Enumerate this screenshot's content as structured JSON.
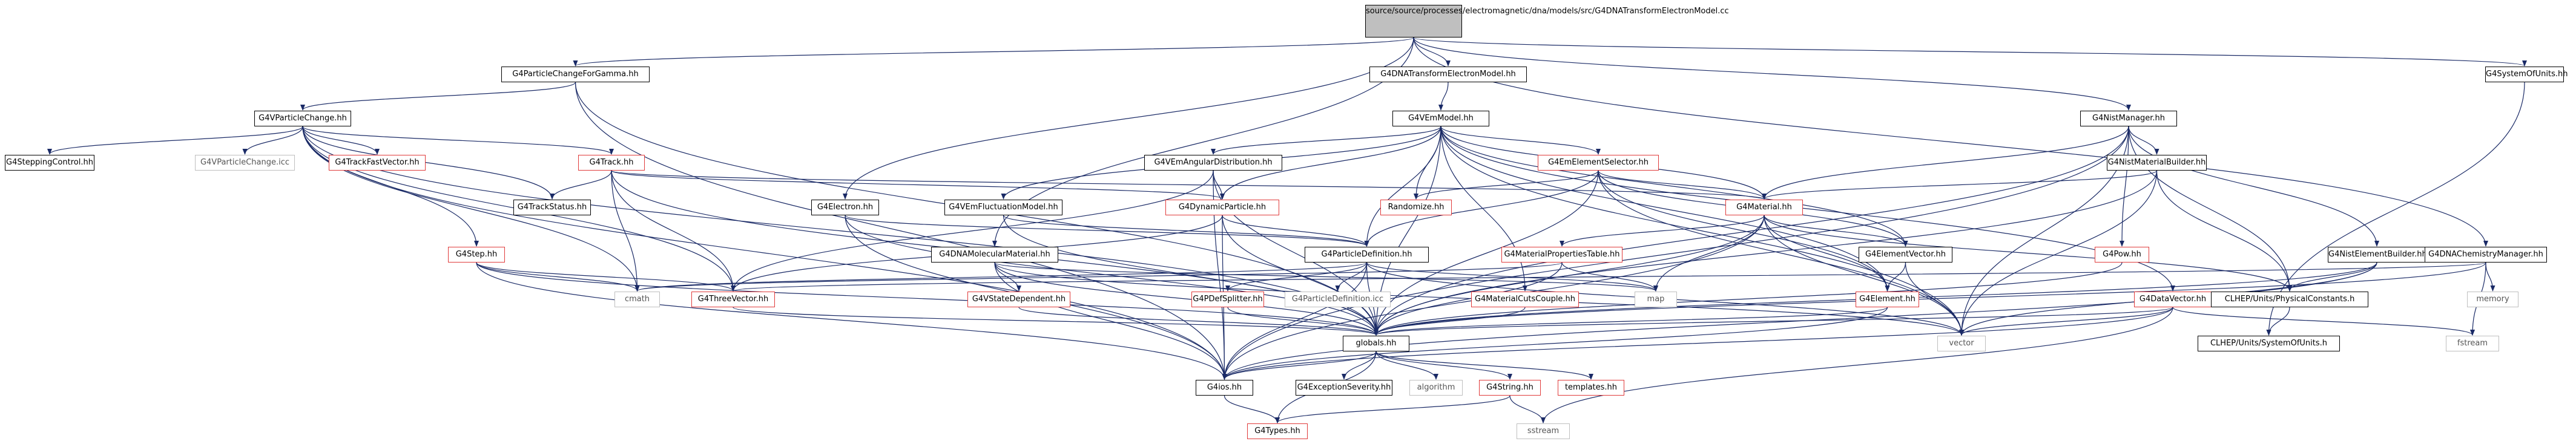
{
  "nodes": [
    {
      "id": "root",
      "label": "source/source/processes/electromagnetic/dna/models/src/G4DNATransformElectronModel.cc",
      "style": "root"
    },
    {
      "id": "pcg",
      "label": "G4ParticleChangeForGamma.hh",
      "style": "black"
    },
    {
      "id": "tem",
      "label": "G4DNATransformElectronModel.hh",
      "style": "black"
    },
    {
      "id": "nist",
      "label": "G4NistManager.hh",
      "style": "black"
    },
    {
      "id": "sou",
      "label": "G4SystemOfUnits.hh",
      "style": "black"
    },
    {
      "id": "vpc",
      "label": "G4VParticleChange.hh",
      "style": "black"
    },
    {
      "id": "vem",
      "label": "G4VEmModel.hh",
      "style": "black"
    },
    {
      "id": "step_ctl",
      "label": "G4SteppingControl.hh",
      "style": "black"
    },
    {
      "id": "vpc_icc",
      "label": "G4VParticleChange.icc",
      "style": "gray"
    },
    {
      "id": "tfv",
      "label": "G4TrackFastVector.hh",
      "style": "red"
    },
    {
      "id": "track",
      "label": "G4Track.hh",
      "style": "red"
    },
    {
      "id": "ang",
      "label": "G4VEmAngularDistribution.hh",
      "style": "black"
    },
    {
      "id": "ees",
      "label": "G4EmElementSelector.hh",
      "style": "red"
    },
    {
      "id": "nmb",
      "label": "G4NistMaterialBuilder.hh",
      "style": "black"
    },
    {
      "id": "tstat",
      "label": "G4TrackStatus.hh",
      "style": "black"
    },
    {
      "id": "electron",
      "label": "G4Electron.hh",
      "style": "black"
    },
    {
      "id": "efm",
      "label": "G4VEmFluctuationModel.hh",
      "style": "black"
    },
    {
      "id": "dynp",
      "label": "G4DynamicParticle.hh",
      "style": "red"
    },
    {
      "id": "rand",
      "label": "Randomize.hh",
      "style": "red"
    },
    {
      "id": "mat",
      "label": "G4Material.hh",
      "style": "red"
    },
    {
      "id": "step",
      "label": "G4Step.hh",
      "style": "red"
    },
    {
      "id": "dmm",
      "label": "G4DNAMolecularMaterial.hh",
      "style": "black"
    },
    {
      "id": "pdef",
      "label": "G4ParticleDefinition.hh",
      "style": "black"
    },
    {
      "id": "mpt",
      "label": "G4MaterialPropertiesTable.hh",
      "style": "red"
    },
    {
      "id": "elvec",
      "label": "G4ElementVector.hh",
      "style": "black"
    },
    {
      "id": "pow",
      "label": "G4Pow.hh",
      "style": "red"
    },
    {
      "id": "neb",
      "label": "G4NistElementBuilder.hh",
      "style": "black"
    },
    {
      "id": "dcm",
      "label": "G4DNAChemistryManager.hh",
      "style": "black"
    },
    {
      "id": "cmath",
      "label": "cmath",
      "style": "gray"
    },
    {
      "id": "tv",
      "label": "G4ThreeVector.hh",
      "style": "red"
    },
    {
      "id": "vsd",
      "label": "G4VStateDependent.hh",
      "style": "red"
    },
    {
      "id": "pdsp",
      "label": "G4PDefSplitter.hh",
      "style": "red"
    },
    {
      "id": "pdicc",
      "label": "G4ParticleDefinition.icc",
      "style": "gray"
    },
    {
      "id": "mcc",
      "label": "G4MaterialCutsCouple.hh",
      "style": "red"
    },
    {
      "id": "map",
      "label": "map",
      "style": "gray"
    },
    {
      "id": "element",
      "label": "G4Element.hh",
      "style": "red"
    },
    {
      "id": "datav",
      "label": "G4DataVector.hh",
      "style": "red"
    },
    {
      "id": "clhep_pc",
      "label": "CLHEP/Units/PhysicalConstants.h",
      "style": "black"
    },
    {
      "id": "memory",
      "label": "memory",
      "style": "gray"
    },
    {
      "id": "globals",
      "label": "globals.hh",
      "style": "black"
    },
    {
      "id": "vector",
      "label": "vector",
      "style": "gray"
    },
    {
      "id": "fstream",
      "label": "fstream",
      "style": "gray"
    },
    {
      "id": "clhep_su",
      "label": "CLHEP/Units/SystemOfUnits.h",
      "style": "black"
    },
    {
      "id": "ios",
      "label": "G4ios.hh",
      "style": "black"
    },
    {
      "id": "exc",
      "label": "G4ExceptionSeverity.hh",
      "style": "black"
    },
    {
      "id": "algorithm",
      "label": "algorithm",
      "style": "gray"
    },
    {
      "id": "g4string",
      "label": "G4String.hh",
      "style": "red"
    },
    {
      "id": "templates",
      "label": "templates.hh",
      "style": "red"
    },
    {
      "id": "types",
      "label": "G4Types.hh",
      "style": "red"
    },
    {
      "id": "sstream",
      "label": "sstream",
      "style": "gray"
    }
  ],
  "edges": [
    [
      "root",
      "pcg"
    ],
    [
      "root",
      "tem"
    ],
    [
      "root",
      "nist"
    ],
    [
      "root",
      "sou"
    ],
    [
      "root",
      "electron"
    ],
    [
      "root",
      "dmm"
    ],
    [
      "root",
      "dcm"
    ],
    [
      "pcg",
      "vpc"
    ],
    [
      "pcg",
      "globals"
    ],
    [
      "pcg",
      "ios"
    ],
    [
      "tem",
      "vem"
    ],
    [
      "vpc",
      "step_ctl"
    ],
    [
      "vpc",
      "vpc_icc"
    ],
    [
      "vpc",
      "tfv"
    ],
    [
      "vpc",
      "track"
    ],
    [
      "vpc",
      "tstat"
    ],
    [
      "vpc",
      "step"
    ],
    [
      "vpc",
      "cmath"
    ],
    [
      "vpc",
      "globals"
    ],
    [
      "vpc",
      "ios"
    ],
    [
      "vpc",
      "tv"
    ],
    [
      "vem",
      "ang"
    ],
    [
      "vem",
      "ees"
    ],
    [
      "vem",
      "efm"
    ],
    [
      "vem",
      "dynp"
    ],
    [
      "vem",
      "rand"
    ],
    [
      "vem",
      "mat"
    ],
    [
      "vem",
      "pdef"
    ],
    [
      "vem",
      "mcc"
    ],
    [
      "vem",
      "elvec"
    ],
    [
      "vem",
      "datav"
    ],
    [
      "vem",
      "element"
    ],
    [
      "vem",
      "globals"
    ],
    [
      "vem",
      "vector"
    ],
    [
      "track",
      "tstat"
    ],
    [
      "track",
      "dynp"
    ],
    [
      "track",
      "mat"
    ],
    [
      "track",
      "cmath"
    ],
    [
      "track",
      "tv"
    ],
    [
      "track",
      "globals"
    ],
    [
      "ang",
      "dynp"
    ],
    [
      "ang",
      "tv"
    ],
    [
      "ang",
      "globals"
    ],
    [
      "ang",
      "ios"
    ],
    [
      "ees",
      "rand"
    ],
    [
      "ees",
      "mat"
    ],
    [
      "ees",
      "elvec"
    ],
    [
      "ees",
      "element"
    ],
    [
      "ees",
      "pdef"
    ],
    [
      "ees",
      "vector"
    ],
    [
      "ees",
      "globals"
    ],
    [
      "nist",
      "nmb"
    ],
    [
      "nist",
      "neb"
    ],
    [
      "nist",
      "mat"
    ],
    [
      "nist",
      "pow"
    ],
    [
      "nist",
      "clhep_pc"
    ],
    [
      "nist",
      "globals"
    ],
    [
      "nist",
      "vector"
    ],
    [
      "nist",
      "ios"
    ],
    [
      "nmb",
      "mat"
    ],
    [
      "nmb",
      "clhep_pc"
    ],
    [
      "nmb",
      "globals"
    ],
    [
      "nmb",
      "vector"
    ],
    [
      "electron",
      "pdef"
    ],
    [
      "electron",
      "globals"
    ],
    [
      "electron",
      "ios"
    ],
    [
      "efm",
      "pdef"
    ],
    [
      "efm",
      "globals"
    ],
    [
      "dynp",
      "pdef"
    ],
    [
      "dynp",
      "tv"
    ],
    [
      "dynp",
      "globals"
    ],
    [
      "dynp",
      "ios"
    ],
    [
      "mat",
      "mpt"
    ],
    [
      "mat",
      "elvec"
    ],
    [
      "mat",
      "element"
    ],
    [
      "mat",
      "map"
    ],
    [
      "mat",
      "vector"
    ],
    [
      "mat",
      "globals"
    ],
    [
      "mat",
      "ios"
    ],
    [
      "mat",
      "clhep_pc"
    ],
    [
      "step",
      "tv"
    ],
    [
      "step",
      "cmath"
    ],
    [
      "step",
      "globals"
    ],
    [
      "step",
      "ios"
    ],
    [
      "dmm",
      "vsd"
    ],
    [
      "dmm",
      "map"
    ],
    [
      "dmm",
      "vector"
    ],
    [
      "dmm",
      "globals"
    ],
    [
      "dmm",
      "ios"
    ],
    [
      "pdef",
      "pdsp"
    ],
    [
      "pdef",
      "pdicc"
    ],
    [
      "pdef",
      "map"
    ],
    [
      "pdef",
      "vector"
    ],
    [
      "pdef",
      "globals"
    ],
    [
      "pdef",
      "ios"
    ],
    [
      "pdef",
      "cmath"
    ],
    [
      "mpt",
      "map"
    ],
    [
      "mpt",
      "globals"
    ],
    [
      "mpt",
      "cmath"
    ],
    [
      "elvec",
      "element"
    ],
    [
      "elvec",
      "vector"
    ],
    [
      "pow",
      "globals"
    ],
    [
      "neb",
      "clhep_pc"
    ],
    [
      "neb",
      "globals"
    ],
    [
      "neb",
      "vector"
    ],
    [
      "neb",
      "ios"
    ],
    [
      "dcm",
      "memory"
    ],
    [
      "dcm",
      "fstream"
    ],
    [
      "dcm",
      "globals"
    ],
    [
      "dcm",
      "tv"
    ],
    [
      "sou",
      "clhep_su"
    ],
    [
      "vsd",
      "globals"
    ],
    [
      "pdsp",
      "globals"
    ],
    [
      "mcc",
      "globals"
    ],
    [
      "element",
      "globals"
    ],
    [
      "element",
      "ios"
    ],
    [
      "datav",
      "globals"
    ],
    [
      "datav",
      "vector"
    ],
    [
      "datav",
      "fstream"
    ],
    [
      "datav",
      "ios"
    ],
    [
      "datav",
      "sstream"
    ],
    [
      "clhep_pc",
      "clhep_su"
    ],
    [
      "globals",
      "ios"
    ],
    [
      "globals",
      "exc"
    ],
    [
      "globals",
      "algorithm"
    ],
    [
      "globals",
      "g4string"
    ],
    [
      "globals",
      "templates"
    ],
    [
      "globals",
      "types"
    ],
    [
      "ios",
      "types"
    ],
    [
      "g4string",
      "types"
    ],
    [
      "g4string",
      "sstream"
    ],
    [
      "tv",
      "globals"
    ]
  ],
  "colors": {
    "edge": "#1a2a66",
    "red_border": "#e03a3a",
    "gray_border": "#bfbfbf",
    "root_fill": "#bfbfbf"
  }
}
